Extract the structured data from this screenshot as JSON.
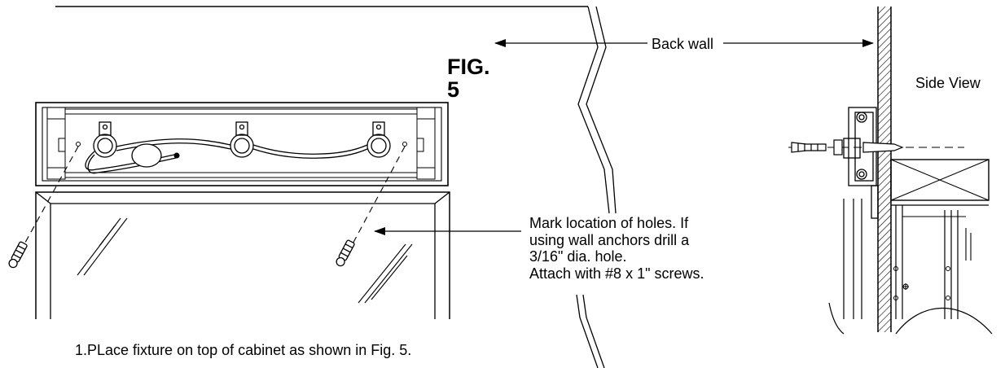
{
  "labels": {
    "fig_title": "FIG.\n5",
    "back_wall": "Back wall",
    "side_view": "Side View",
    "hole_note": "Mark location of holes. If\nusing wall anchors drill a\n3/16\" dia. hole.\nAttach with #8 x 1\" screws.",
    "step": "1.PLace fixture on top of cabinet as shown in Fig. 5."
  },
  "colors": {
    "line": "#000000",
    "background": "#ffffff"
  },
  "icons": [
    "screw-icon",
    "wall-anchor-icon",
    "lamp-socket-icon",
    "ballast-icon"
  ]
}
